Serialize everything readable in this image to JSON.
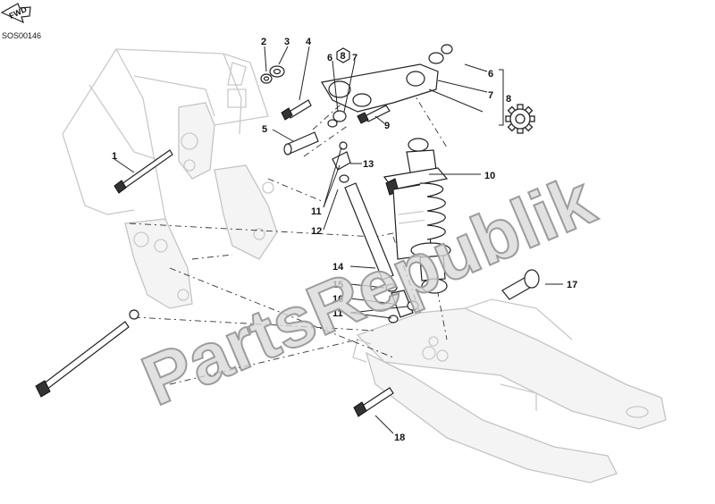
{
  "diagram": {
    "reference_code": "SOS00146",
    "direction_badge": "FWD",
    "watermark": "PartsRepublik",
    "callouts": {
      "c1": "1",
      "c2": "2",
      "c3": "3",
      "c4": "4",
      "c5": "5",
      "c6a": "6",
      "c6b": "6",
      "c7a": "7",
      "c7b": "7",
      "c8a": "8",
      "c8b": "8",
      "c9": "9",
      "c10": "10",
      "c11a": "11",
      "c11b": "11",
      "c12": "12",
      "c13": "13",
      "c14": "14",
      "c15": "15",
      "c16": "16",
      "c17": "17",
      "c18": "18"
    }
  }
}
